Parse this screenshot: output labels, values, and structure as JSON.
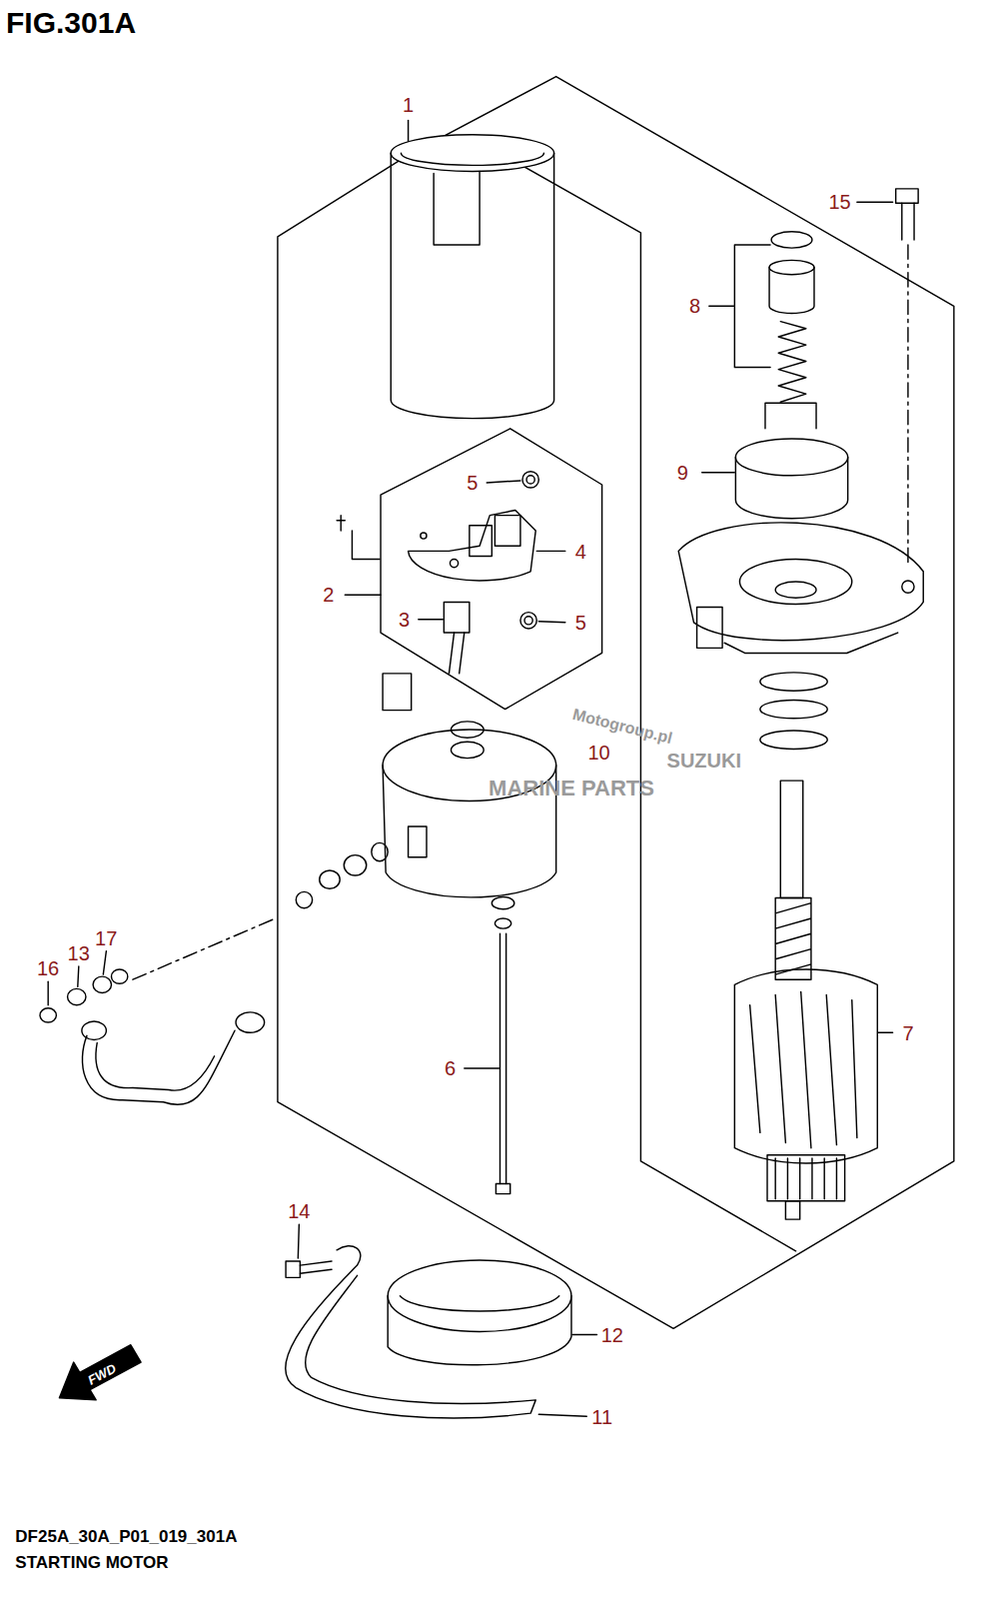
{
  "diagram": {
    "title": "FIG.301A",
    "caption": "STARTING MOTOR",
    "labels": [
      "1",
      "15",
      "8",
      "9",
      "5",
      "4",
      "2",
      "3",
      "5",
      "10",
      "16",
      "13",
      "17",
      "7",
      "6",
      "14",
      "12",
      "FWD",
      "11",
      "Motogroup.pl",
      "SUZUKI",
      "MARINE PARTS",
      "DF25A_30A_P01_019_301A"
    ]
  }
}
